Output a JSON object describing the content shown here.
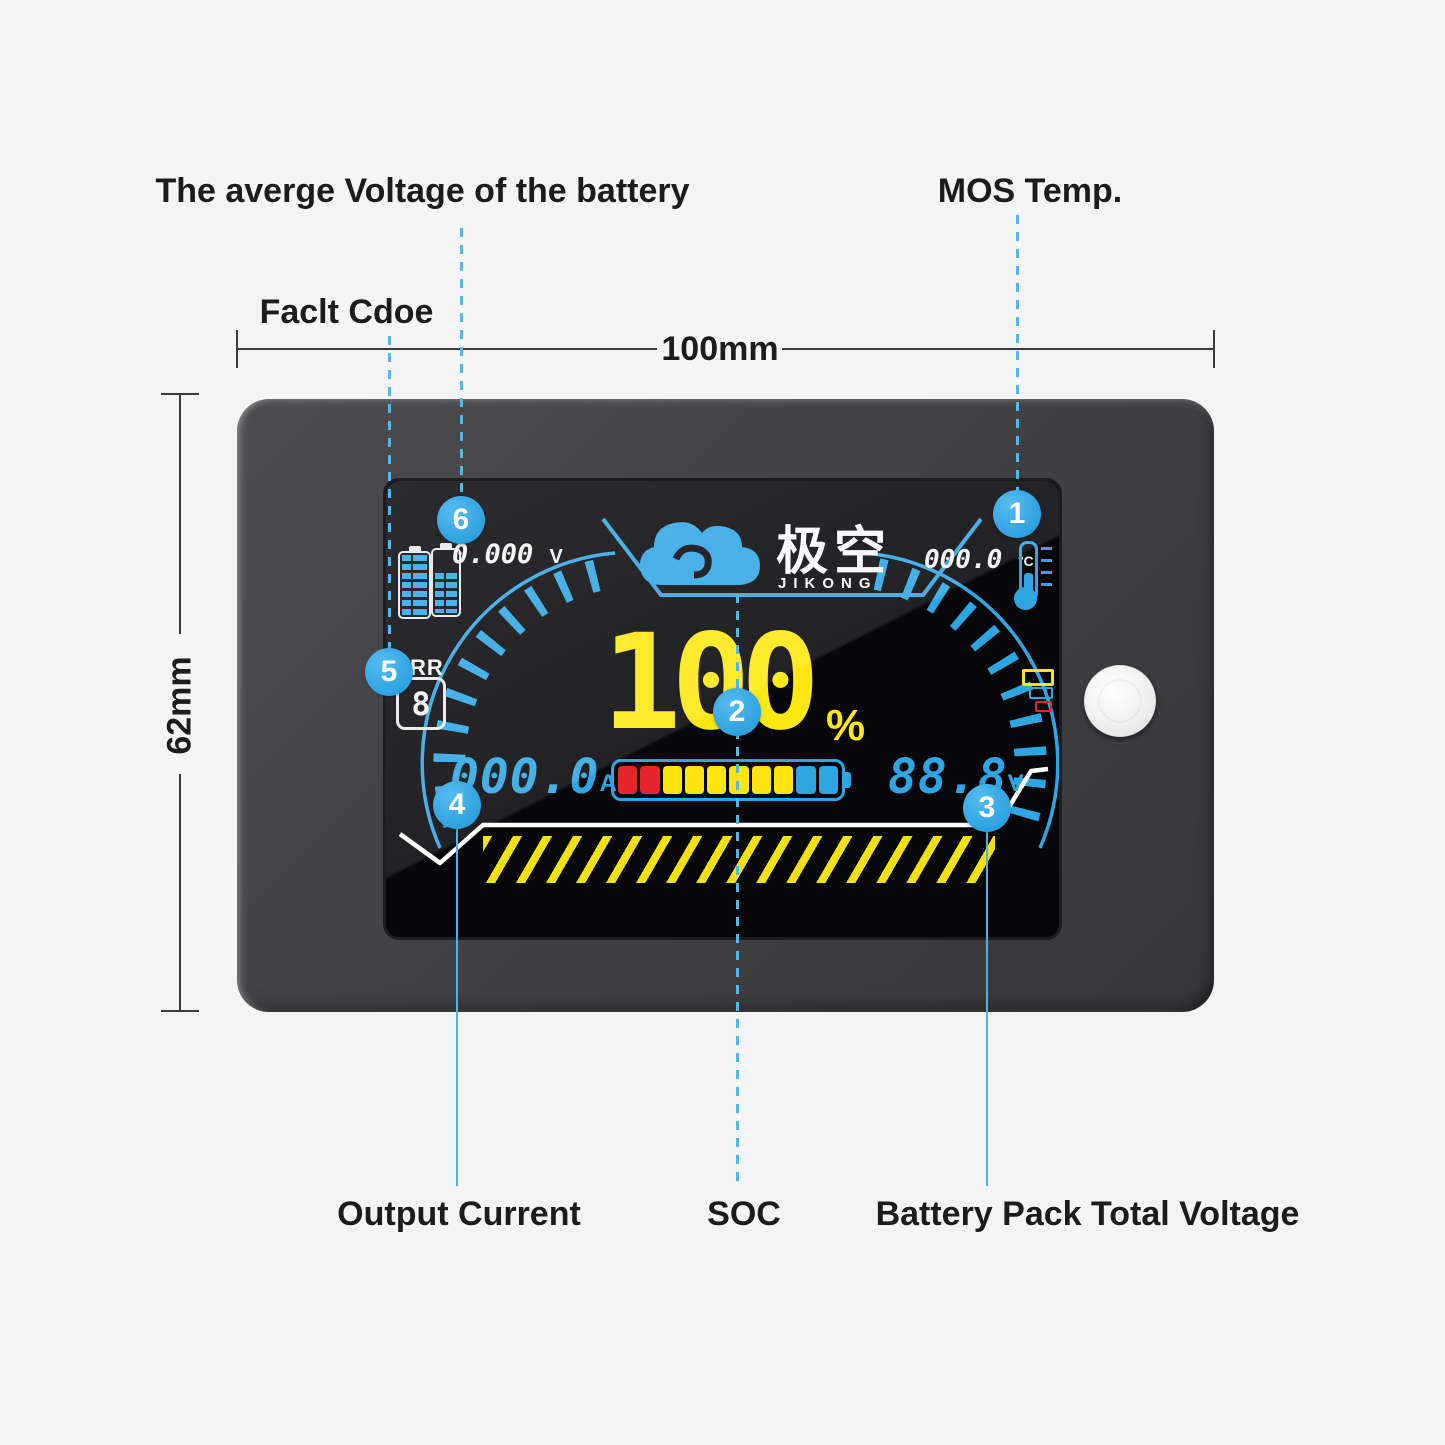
{
  "colors": {
    "accent_blue": "#2fa6e4",
    "callout_blue": "#29a8e4",
    "lcd_yellow": "#ffe712",
    "lcd_red": "#e6242c",
    "lcd_white": "#f2f2f4",
    "label_dark": "#1c1c1c"
  },
  "annotations": {
    "top": {
      "avg_voltage": "The averge Voltage of the battery",
      "fault_code": "Faclt Cdoe",
      "mos_temp": "MOS Temp."
    },
    "bottom": {
      "output_current": "Output Current",
      "soc": "SOC",
      "total_voltage": "Battery Pack Total Voltage"
    },
    "dimensions": {
      "width": "100mm",
      "height": "62mm"
    },
    "callouts": {
      "c1": "1",
      "c2": "2",
      "c3": "3",
      "c4": "4",
      "c5": "5",
      "c6": "6"
    }
  },
  "display": {
    "brand": {
      "cn": "极空",
      "en": "JIKONG"
    },
    "avg_voltage": {
      "value": "0.000",
      "unit": "V"
    },
    "mos_temp": {
      "value": "000.0",
      "unit": "°C"
    },
    "soc": {
      "value": "100",
      "unit": "%"
    },
    "fault": {
      "label": "RR",
      "value": "8"
    },
    "current": {
      "value": "000.0",
      "unit": "A"
    },
    "total_voltage": {
      "value": "88.8",
      "unit": "V"
    },
    "gauge": {
      "segments": [
        "red",
        "red",
        "yellow",
        "yellow",
        "yellow",
        "yellow",
        "yellow",
        "yellow",
        "blue",
        "blue"
      ]
    }
  }
}
